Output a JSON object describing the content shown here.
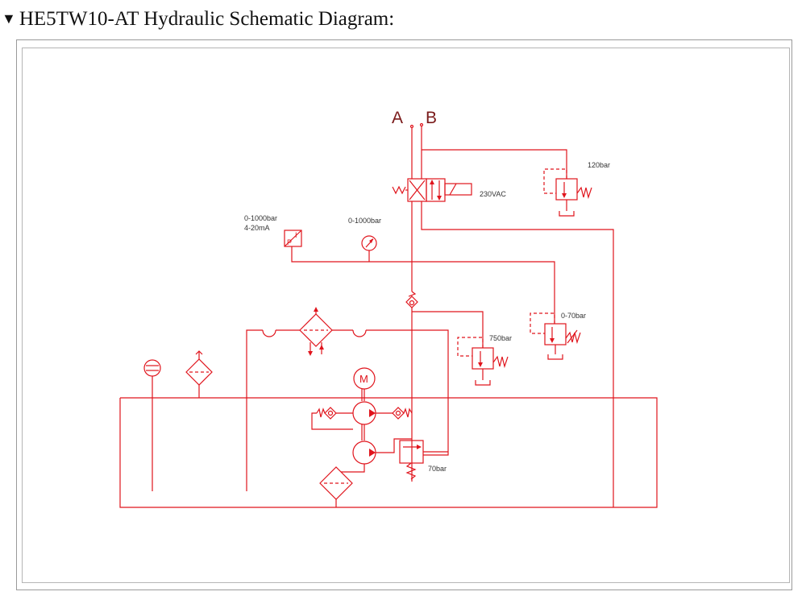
{
  "header": {
    "title_marker": "▼",
    "title": "HE5TW10-AT Hydraulic Schematic Diagram:"
  },
  "diagram": {
    "ports": {
      "a": "A",
      "b": "B"
    },
    "labels": {
      "solenoid_voltage": "230VAC",
      "relief_120": "120bar",
      "transducer_range": "0-1000bar",
      "transducer_signal": "4-20mA",
      "gauge_range": "0-1000bar",
      "relief_0_70": "0-70bar",
      "relief_750": "750bar",
      "relief_70": "70bar",
      "motor": "M",
      "transducer_p": "P",
      "transducer_i": "I"
    },
    "colors": {
      "line": "#e0141c",
      "port_text": "#7a1a1a",
      "label_text": "#333333"
    }
  }
}
